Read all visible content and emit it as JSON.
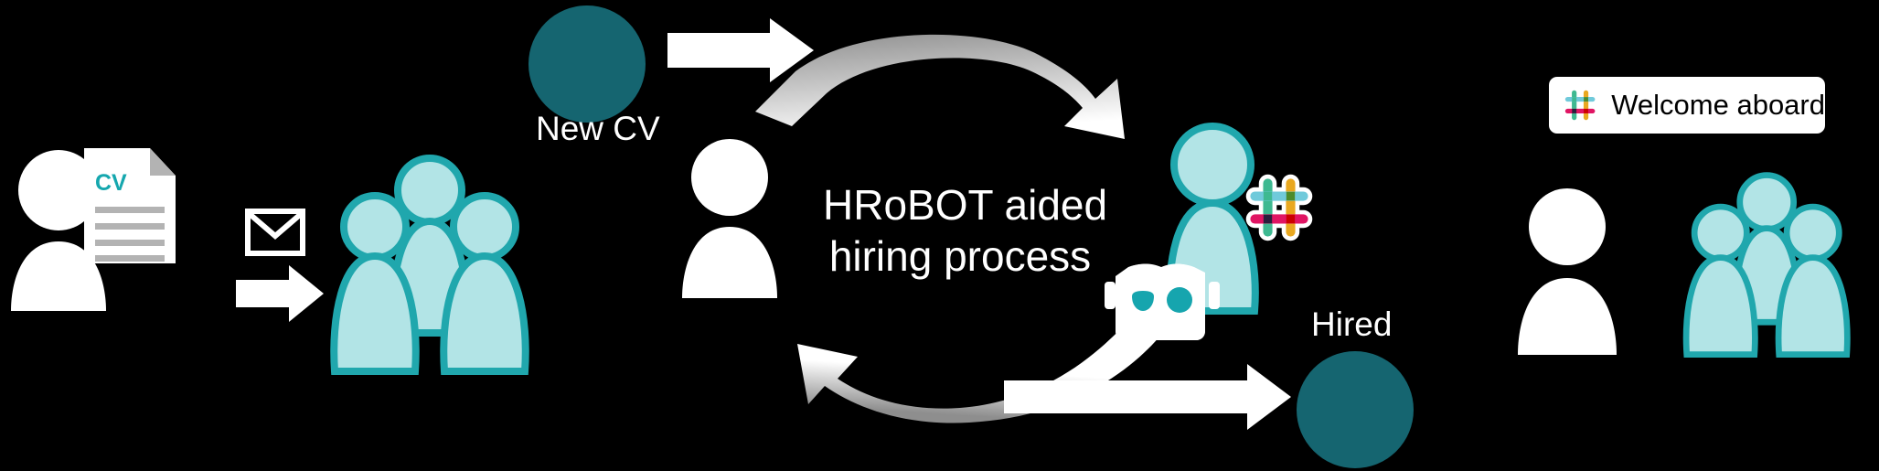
{
  "diagram": {
    "title": "HRoBOT aided hiring process",
    "background_color": "#000000",
    "palette": {
      "dark_teal": "#156570",
      "teal_stroke": "#20a7ad",
      "teal_fill": "#b2e4e6",
      "accent_teal": "#16a5ae",
      "white": "#ffffff",
      "paper_gray": "#b3b3b3",
      "cv_text_teal": "#15a7ae"
    }
  },
  "labels": {
    "new_cv": "New CV",
    "hired": "Hired",
    "process_line1": "HRoBOT aided",
    "process_line2": "hiring process",
    "welcome_aboard": "Welcome aboard",
    "cv_document": "CV"
  },
  "stages": [
    {
      "id": "applicant",
      "name": "applicant-with-cv",
      "icons": [
        "person-icon",
        "cv-document-icon"
      ]
    },
    {
      "id": "submission",
      "name": "cv-submission",
      "icons": [
        "envelope-icon",
        "arrow-right-icon"
      ]
    },
    {
      "id": "candidate-pool",
      "name": "candidate-pool-group",
      "icons": [
        "people-group-icon"
      ]
    },
    {
      "id": "new-cv-marker",
      "name": "new-cv-marker",
      "icons": [
        "circle-marker-icon"
      ],
      "label": "New CV"
    },
    {
      "id": "process-loop",
      "name": "hrobot-process-loop",
      "icons": [
        "arrow-right-icon",
        "curved-arrow-right-icon",
        "curved-arrow-left-icon",
        "recruiter-person-icon",
        "robot-head-icon",
        "slack-logo-icon"
      ]
    },
    {
      "id": "hired-marker",
      "name": "hired-marker",
      "icons": [
        "circle-marker-icon"
      ],
      "label": "Hired"
    },
    {
      "id": "onboarding",
      "name": "onboarding-welcome",
      "icons": [
        "slack-logo-icon",
        "person-icon",
        "people-group-icon"
      ],
      "label": "Welcome aboard"
    }
  ]
}
